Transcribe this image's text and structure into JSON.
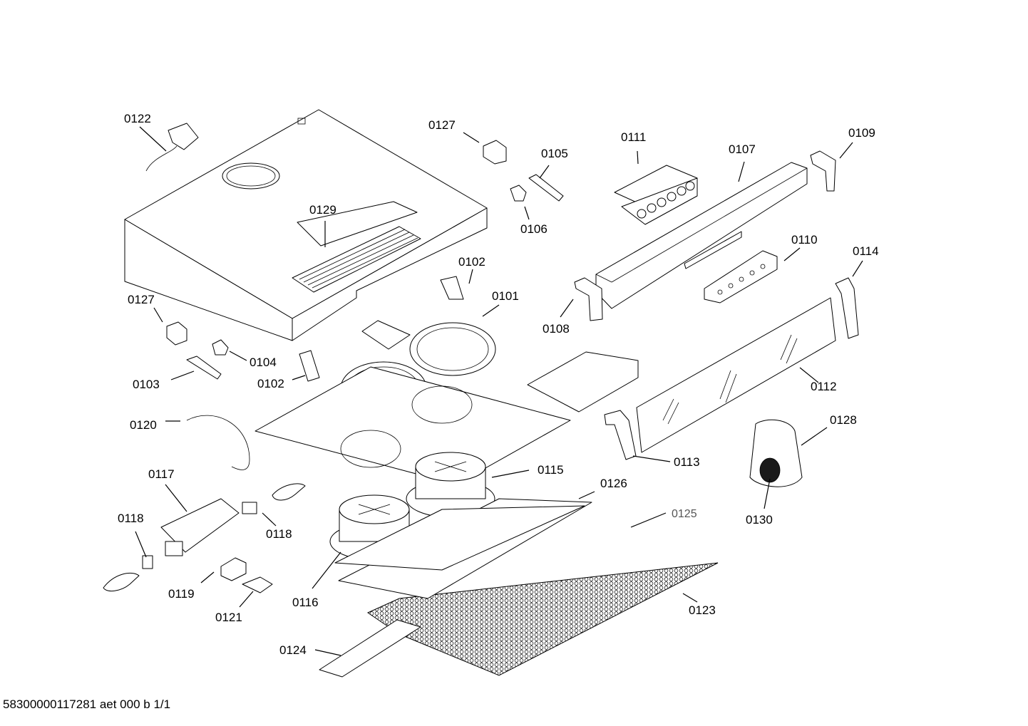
{
  "callouts": [
    {
      "id": "0122",
      "text": "0122"
    },
    {
      "id": "0127a",
      "text": "0127"
    },
    {
      "id": "0105",
      "text": "0105"
    },
    {
      "id": "0111",
      "text": "0111"
    },
    {
      "id": "0107",
      "text": "0107"
    },
    {
      "id": "0109",
      "text": "0109"
    },
    {
      "id": "0129",
      "text": "0129"
    },
    {
      "id": "0106",
      "text": "0106"
    },
    {
      "id": "0102a",
      "text": "0102"
    },
    {
      "id": "0110",
      "text": "0110"
    },
    {
      "id": "0114",
      "text": "0114"
    },
    {
      "id": "0127b",
      "text": "0127"
    },
    {
      "id": "0101",
      "text": "0101"
    },
    {
      "id": "0108",
      "text": "0108"
    },
    {
      "id": "0104",
      "text": "0104"
    },
    {
      "id": "0103",
      "text": "0103"
    },
    {
      "id": "0102b",
      "text": "0102"
    },
    {
      "id": "0112",
      "text": "0112"
    },
    {
      "id": "0120",
      "text": "0120"
    },
    {
      "id": "0128",
      "text": "0128"
    },
    {
      "id": "0113",
      "text": "0113"
    },
    {
      "id": "0117",
      "text": "0117"
    },
    {
      "id": "0115",
      "text": "0115"
    },
    {
      "id": "0126",
      "text": "0126"
    },
    {
      "id": "0118a",
      "text": "0118"
    },
    {
      "id": "0125",
      "text": "0125"
    },
    {
      "id": "0130",
      "text": "0130"
    },
    {
      "id": "0118b",
      "text": "0118"
    },
    {
      "id": "0116",
      "text": "0116"
    },
    {
      "id": "0119",
      "text": "0119"
    },
    {
      "id": "0123",
      "text": "0123"
    },
    {
      "id": "0121",
      "text": "0121"
    },
    {
      "id": "0124",
      "text": "0124"
    }
  ],
  "footer": {
    "text": "58300000117281 aet 000 b 1/1"
  }
}
